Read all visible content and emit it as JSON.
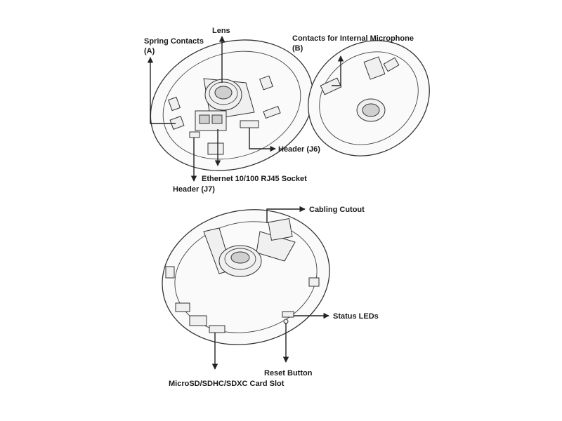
{
  "labels": {
    "spring_contacts": "Spring Contacts",
    "spring_contacts_sub": "(A)",
    "lens": "Lens",
    "internal_mic": "Contacts for Internal Microphone",
    "internal_mic_sub": "(B)",
    "header_j6": "Header (J6)",
    "ethernet": "Ethernet 10/100 RJ45 Socket",
    "header_j7": "Header (J7)",
    "cabling_cutout": "Cabling Cutout",
    "status_leds": "Status LEDs",
    "reset_button": "Reset Button",
    "card_slot": "MicroSD/SDHC/SDXC Card Slot"
  }
}
